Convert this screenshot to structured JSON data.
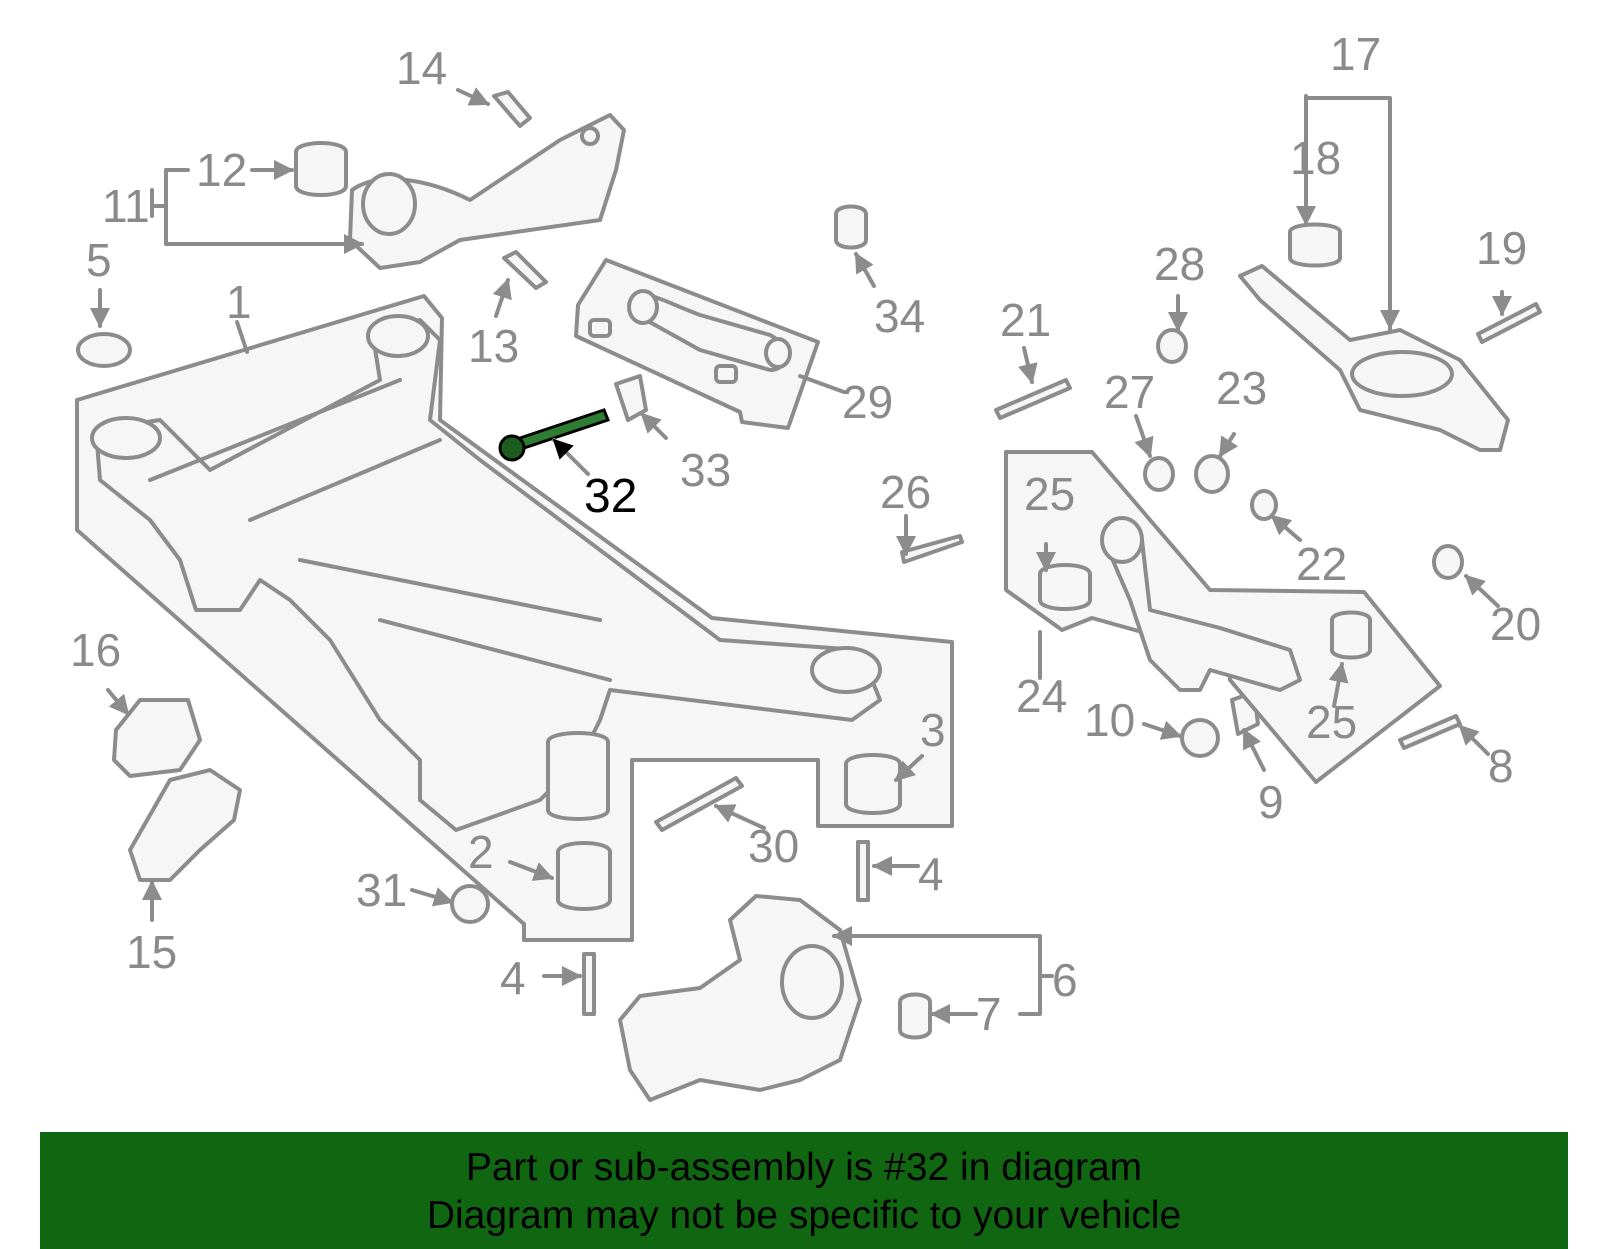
{
  "labels": {
    "l1": "1",
    "l2": "2",
    "l3": "3",
    "l4a": "4",
    "l4b": "4",
    "l5": "5",
    "l6": "6",
    "l7": "7",
    "l8": "8",
    "l9": "9",
    "l10": "10",
    "l11": "11",
    "l12": "12",
    "l13": "13",
    "l14": "14",
    "l15": "15",
    "l16": "16",
    "l17": "17",
    "l18": "18",
    "l19": "19",
    "l20": "20",
    "l21": "21",
    "l22": "22",
    "l23": "23",
    "l24": "24",
    "l25a": "25",
    "l25b": "25",
    "l26": "26",
    "l27": "27",
    "l28": "28",
    "l29": "29",
    "l30": "30",
    "l31": "31",
    "l32": "32",
    "l33": "33",
    "l34": "34"
  },
  "highlight": {
    "part_number": "32",
    "color": "#116611"
  },
  "banner": {
    "line1": "Part or sub-assembly is #32 in diagram",
    "line2": "Diagram may not be specific to your vehicle",
    "background": "#116611"
  }
}
